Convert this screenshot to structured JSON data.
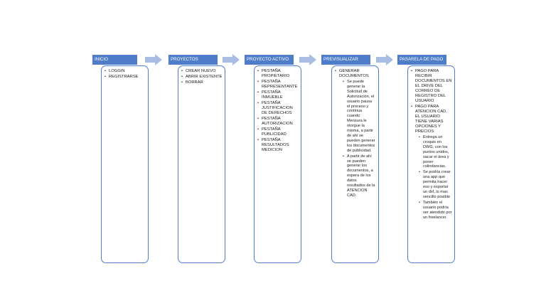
{
  "stages": [
    {
      "title": "INICIO",
      "items": [
        {
          "text": "LOGGIN"
        },
        {
          "text": "REGISTRARSE"
        }
      ]
    },
    {
      "title": "PROYECTOS",
      "items": [
        {
          "text": "CREAR NUEVO"
        },
        {
          "text": "ABRIR EXISTENTE"
        },
        {
          "text": "BORRAR"
        }
      ]
    },
    {
      "title": "PROYECTO ACTIVO",
      "items": [
        {
          "text": "PESTAÑA PROPIETARIO"
        },
        {
          "text": "PESTAÑA REPRESENTANTE"
        },
        {
          "text": "PESTAÑA INMUEBLE"
        },
        {
          "text": "PESTAÑA JUSTIFICACION DE DERECHOS"
        },
        {
          "text": "PESTAÑA AUTORIZACION"
        },
        {
          "text": "PESTAÑA PUBLICIDAD"
        },
        {
          "text": "PESTAÑA RESULTADOS MEDICION"
        }
      ]
    },
    {
      "title": "PREVISUALIZAR",
      "items": [
        {
          "text": "GENERAR DOCUMENTOS",
          "sub": [
            "Se puede generar la Solicitud de Autorización, el usuario pausa el proceso y continua cuando Mensura le otorgue la misma, a partir de ahí se pueden generar los documentos de publicidad.",
            "A partir de ahí se pueden generar los documentos, a espera de los datos resultados de la ATENCION CAD."
          ]
        }
      ]
    },
    {
      "title": "PASARELA DE PAGO",
      "items": [
        {
          "text": "PAGO PARA RECIBIR DOCUMENTOS EN EL DRIVE DEL CORREO DE REGISTRO DEL USUARIO"
        },
        {
          "text": "PAGO PARA ATENCION CAD, EL USUARIO TIENE VARIAS OPCIONES Y PRECIOS:",
          "sub": [
            "Entrega un croquis en DWG, con los puntos unidos, sacar el área y poner colindancias.",
            "Se podría crear una app que permita hacer eso y exportar un dxf, lo mas sencillo posible",
            "También el usuario podría ser atendido por un freelancer."
          ]
        }
      ]
    }
  ],
  "colors": {
    "header": "#4f7dc9",
    "border": "#4f7dc9",
    "arrow": "#a9bde2"
  }
}
